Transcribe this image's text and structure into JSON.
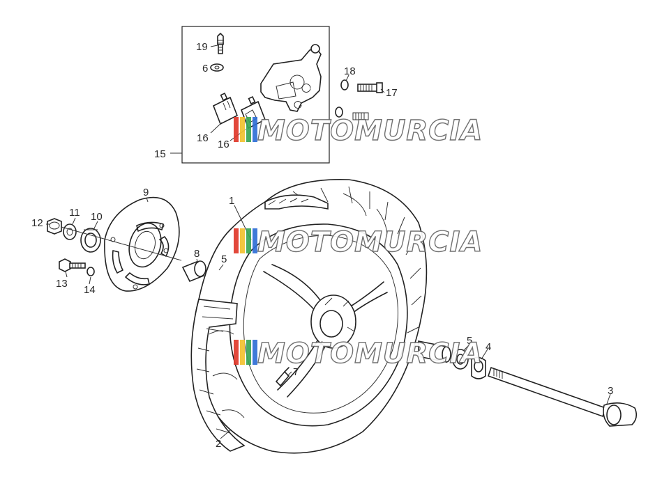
{
  "diagram": {
    "part_labels": [
      "1",
      "2",
      "3",
      "4",
      "5",
      "5",
      "6",
      "7",
      "8",
      "9",
      "10",
      "11",
      "12",
      "13",
      "14",
      "15",
      "16",
      "16",
      "17",
      "18",
      "19"
    ]
  },
  "watermark": {
    "text": "MOTOMURCIA",
    "colors": [
      "#e0392b",
      "#f2c230",
      "#3aa655",
      "#2f6fd6"
    ]
  }
}
